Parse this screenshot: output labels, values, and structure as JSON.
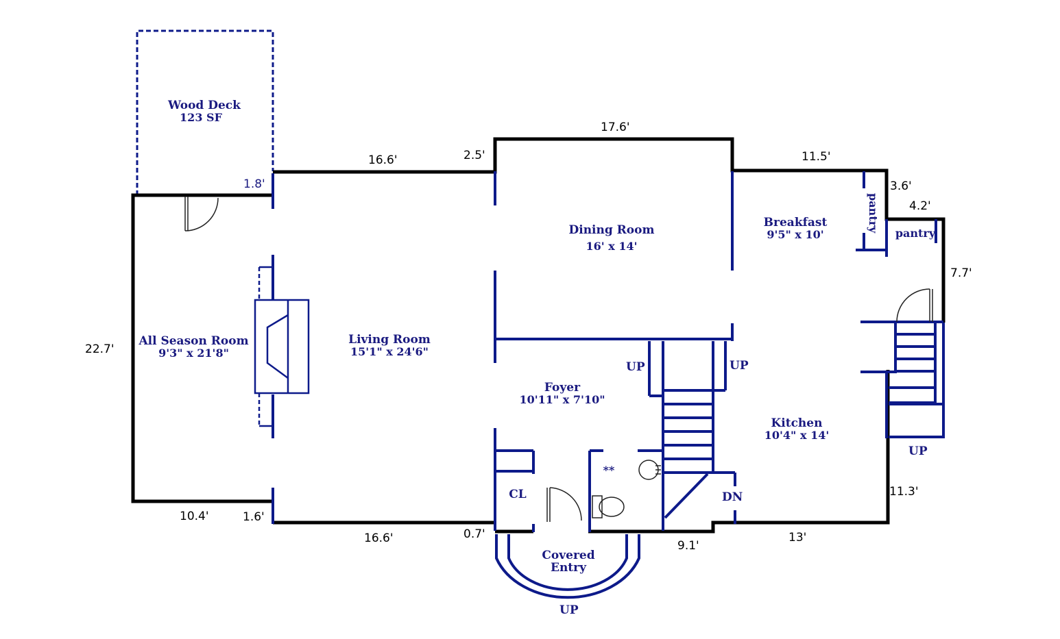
{
  "colors": {
    "wall": "#000000",
    "interior": "#0d1a8a",
    "text": "#1a1a80"
  },
  "rooms": {
    "wood_deck": {
      "name": "Wood Deck",
      "size": "123 SF"
    },
    "all_season": {
      "name": "All Season Room",
      "size": "9'3\" x 21'8\""
    },
    "living": {
      "name": "Living Room",
      "size": "15'1\" x 24'6\""
    },
    "dining": {
      "name": "Dining Room",
      "size": "16' x 14'"
    },
    "breakfast": {
      "name": "Breakfast",
      "size": "9'5\" x 10'"
    },
    "foyer": {
      "name": "Foyer",
      "size": "10'11\" x 7'10\""
    },
    "kitchen": {
      "name": "Kitchen",
      "size": "10'4\" x 14'"
    },
    "covered_entry": {
      "name": "Covered",
      "name2": "Entry"
    },
    "closet": {
      "name": "CL"
    },
    "pantry_vertical": {
      "name": "pantry"
    },
    "pantry": {
      "name": "pantry"
    },
    "bath_mark": {
      "name": "**"
    }
  },
  "stairs": {
    "up_left": "UP",
    "up_right": "UP",
    "up_kitchen": "UP",
    "dn": "DN",
    "up_entry": "UP"
  },
  "dimensions": {
    "d_17_6": "17.6'",
    "d_16_6_top": "16.6'",
    "d_2_5": "2.5'",
    "d_11_5": "11.5'",
    "d_1_8": "1.8'",
    "d_3_6": "3.6'",
    "d_4_2": "4.2'",
    "d_7_7": "7.7'",
    "d_22_7": "22.7'",
    "d_11_3": "11.3'",
    "d_10_4": "10.4'",
    "d_1_6": "1.6'",
    "d_16_6_bottom": "16.6'",
    "d_0_7": "0.7'",
    "d_9_1": "9.1'",
    "d_13": "13'"
  }
}
